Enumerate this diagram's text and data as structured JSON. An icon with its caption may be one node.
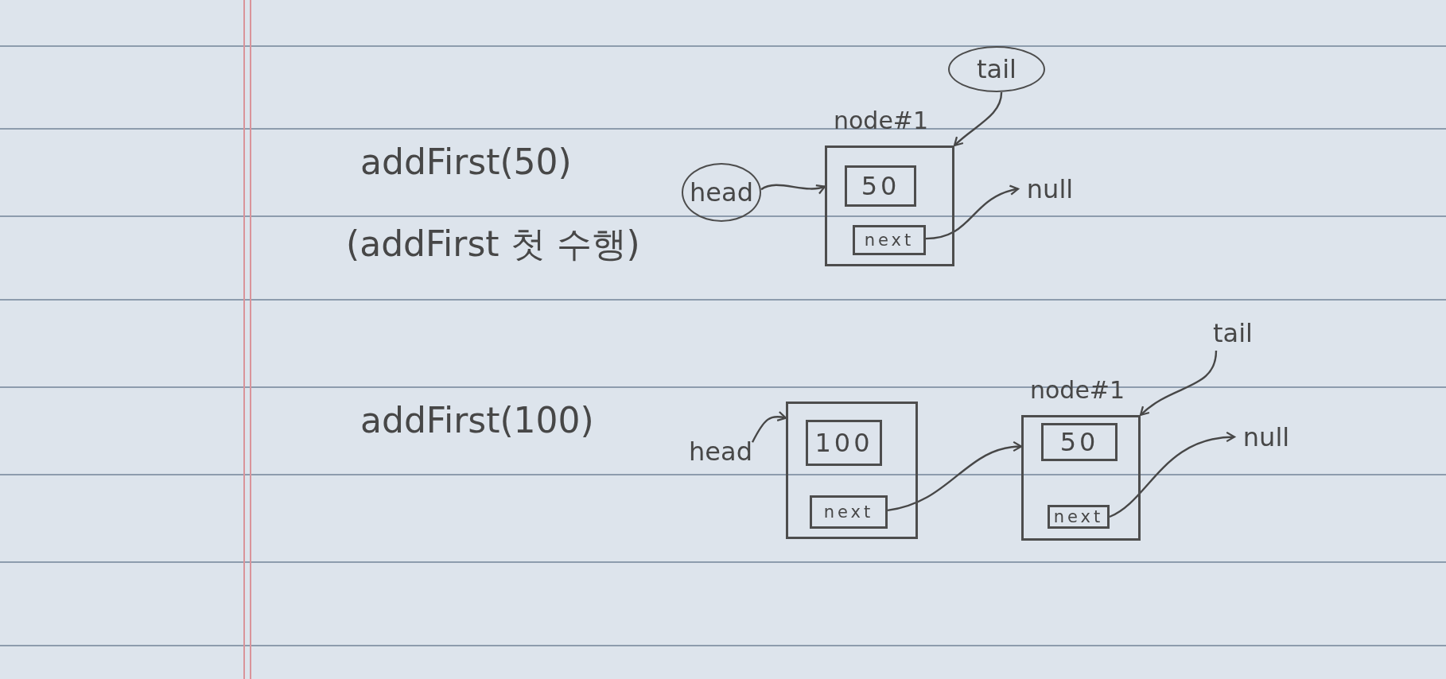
{
  "diagram": {
    "nodes": [
      {
        "text": [
          "head"
        ]
      },
      {
        "text": [
          "node#1"
        ]
      },
      {
        "text": [
          "50"
        ],
        "in": 1
      },
      {
        "text": [
          "next"
        ],
        "in": 1
      },
      {
        "text": [
          "null"
        ]
      },
      {
        "text": [
          "tail"
        ]
      },
      {
        "text": [
          "head"
        ]
      },
      {
        "text": [],
        "shape": "box"
      },
      {
        "text": [
          "100"
        ],
        "in": 7
      },
      {
        "text": [
          "next"
        ],
        "in": 7
      },
      {
        "text": [
          "node#1"
        ]
      },
      {
        "text": [
          "50"
        ],
        "in": 10
      },
      {
        "text": [
          "next"
        ],
        "in": 10
      },
      {
        "text": [
          "null"
        ]
      },
      {
        "text": [
          "tail"
        ]
      }
    ],
    "edges": [
      {
        "from": 0,
        "to": 1,
        "arrow": "to"
      },
      {
        "from": 5,
        "to": 1,
        "arrow": "to"
      },
      {
        "from": 3,
        "to": 4,
        "arrow": "to"
      },
      {
        "from": 6,
        "to": 7,
        "arrow": "to"
      },
      {
        "from": 9,
        "to": 10,
        "arrow": "to"
      },
      {
        "from": 14,
        "to": 10,
        "arrow": "to"
      },
      {
        "from": 12,
        "to": 13,
        "arrow": "to"
      }
    ],
    "labels": [
      "addFirst(50)",
      "(addFirst 첫 수행)",
      "addFirst(100)"
    ]
  }
}
